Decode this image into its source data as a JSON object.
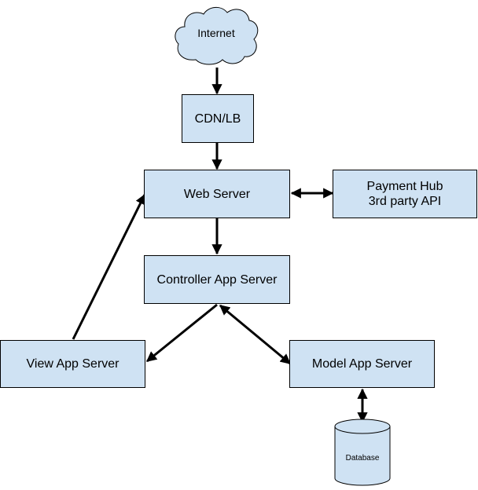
{
  "colors": {
    "node_fill": "#cfe2f3",
    "stroke": "#000000",
    "background": "#ffffff"
  },
  "nodes": {
    "internet": {
      "label": "Internet",
      "shape": "cloud"
    },
    "cdn_lb": {
      "label": "CDN/LB",
      "shape": "rectangle"
    },
    "web_server": {
      "label": "Web Server",
      "shape": "rectangle"
    },
    "payment_hub": {
      "label_line1": "Payment Hub",
      "label_line2": "3rd party API",
      "shape": "rectangle"
    },
    "controller_app_server": {
      "label": "Controller App Server",
      "shape": "rectangle"
    },
    "view_app_server": {
      "label": "View App Server",
      "shape": "rectangle"
    },
    "model_app_server": {
      "label": "Model App Server",
      "shape": "rectangle"
    },
    "database": {
      "label": "Database",
      "shape": "cylinder"
    }
  },
  "edges": [
    {
      "from": "internet",
      "to": "cdn_lb",
      "direction": "forward"
    },
    {
      "from": "cdn_lb",
      "to": "web_server",
      "direction": "forward"
    },
    {
      "from": "web_server",
      "to": "payment_hub",
      "direction": "both"
    },
    {
      "from": "web_server",
      "to": "controller_app_server",
      "direction": "forward"
    },
    {
      "from": "controller_app_server",
      "to": "view_app_server",
      "direction": "forward"
    },
    {
      "from": "controller_app_server",
      "to": "model_app_server",
      "direction": "both"
    },
    {
      "from": "view_app_server",
      "to": "web_server",
      "direction": "forward"
    },
    {
      "from": "model_app_server",
      "to": "database",
      "direction": "both"
    }
  ]
}
